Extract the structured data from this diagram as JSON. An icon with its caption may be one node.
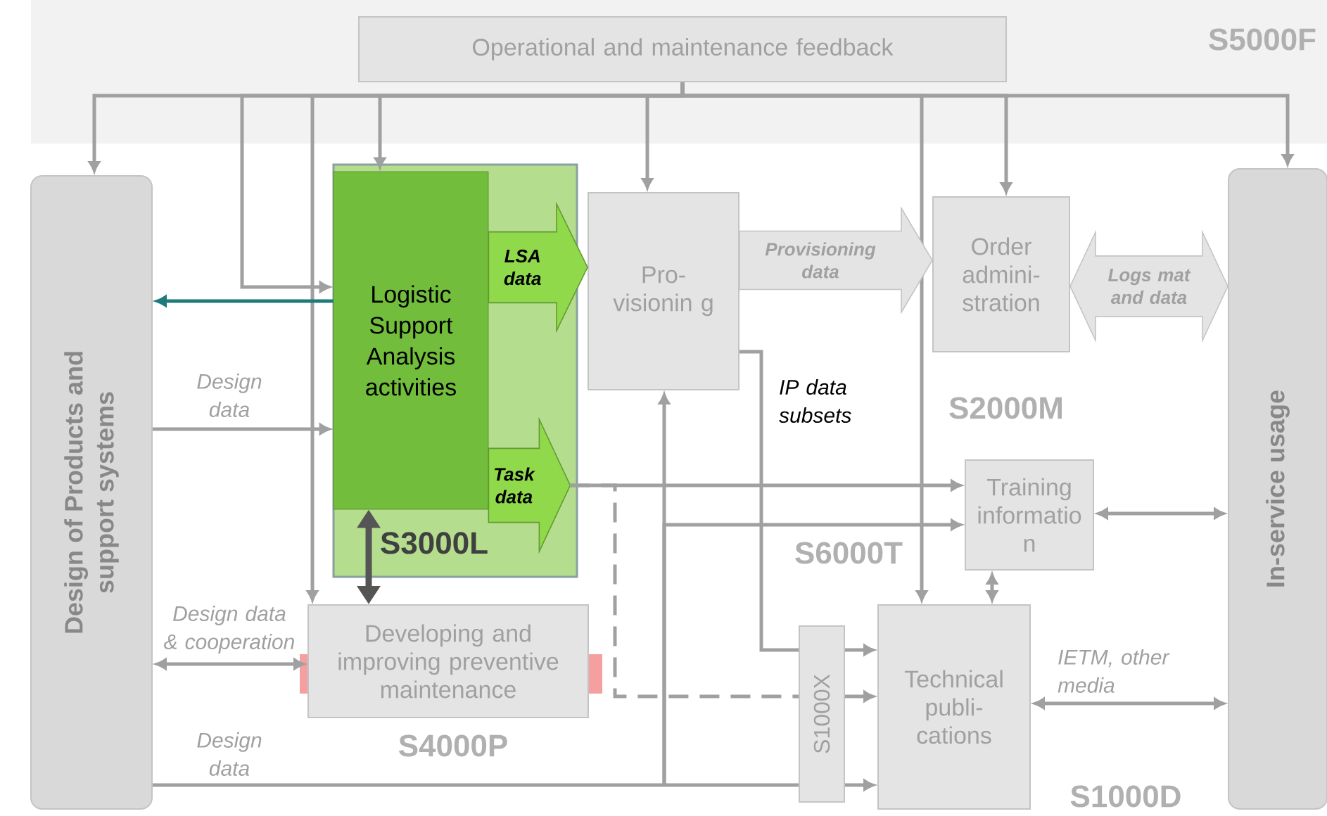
{
  "diagram": {
    "nodes": [
      {
        "text": [
          "Operational and maintenance feedback"
        ]
      },
      {
        "text": [
          "Design of Products and support systems"
        ]
      },
      {
        "text": [
          "In-service usage"
        ]
      },
      {
        "text": [
          "S3000L"
        ]
      },
      {
        "text": [
          "Logistic Support Analysis activities"
        ],
        "in": 3
      },
      {
        "text": [
          "Pro- visionin g"
        ]
      },
      {
        "text": [
          "Order admini- stration"
        ]
      },
      {
        "text": [
          "Training informatio n"
        ]
      },
      {
        "text": [
          "Developing and improving preventive maintenance"
        ]
      },
      {
        "text": [
          "S1000X"
        ]
      },
      {
        "text": [
          "Technical publi- cations"
        ]
      }
    ],
    "edges": [
      {
        "from": 0,
        "to": 1,
        "arrow": "to"
      },
      {
        "from": 0,
        "to": 4,
        "arrow": "to"
      },
      {
        "from": 0,
        "to": 5,
        "arrow": "to"
      },
      {
        "from": 0,
        "to": 6,
        "arrow": "to"
      },
      {
        "from": 0,
        "to": 2,
        "arrow": "to"
      },
      {
        "from": 0,
        "to": 10,
        "arrow": "to"
      },
      {
        "from": 0,
        "to": 8,
        "arrow": "to"
      },
      {
        "from": 0,
        "to": 4,
        "arrow": "to"
      },
      {
        "from": 4,
        "to": 1,
        "arrow": "to",
        "color": "#1f7a7a"
      },
      {
        "from": 1,
        "to": 4,
        "arrow": "to",
        "label": "Design data"
      },
      {
        "from": 4,
        "to": 8,
        "arrow": "both",
        "style": "thick",
        "color": "#555555"
      },
      {
        "from": 1,
        "to": 8,
        "arrow": "both",
        "label": "Design data & cooperation"
      },
      {
        "from": 1,
        "to": 9,
        "arrow": "none",
        "label": "Design data"
      },
      {
        "from": 1,
        "to": 5,
        "arrow": "to"
      },
      {
        "from": 1,
        "to": 7,
        "arrow": "to"
      },
      {
        "from": 4,
        "to": 7,
        "arrow": "to",
        "label": "Task data"
      },
      {
        "from": 4,
        "to": 9,
        "arrow": "none",
        "style": "dashed"
      },
      {
        "from": 5,
        "to": 9,
        "arrow": "none",
        "label": "IP data subsets"
      },
      {
        "from": 9,
        "to": 10,
        "arrow": "to"
      },
      {
        "from": 9,
        "to": 10,
        "arrow": "to"
      },
      {
        "from": 9,
        "to": 10,
        "arrow": "to"
      },
      {
        "from": 7,
        "to": 2,
        "arrow": "both"
      },
      {
        "from": 7,
        "to": 10,
        "arrow": "both"
      },
      {
        "from": 10,
        "to": 2,
        "arrow": "both",
        "label": "IETM, other media"
      },
      {
        "from": 4,
        "to": 5,
        "arrow": "to",
        "label": "LSA data"
      },
      {
        "from": 5,
        "to": 6,
        "arrow": "to",
        "label": "Provisioning data"
      },
      {
        "from": 6,
        "to": 2,
        "arrow": "both",
        "label": "Logs mat and data"
      }
    ],
    "labels": [
      "S5000F",
      "S2000M",
      "S6000T",
      "S4000P",
      "S1000D"
    ]
  }
}
